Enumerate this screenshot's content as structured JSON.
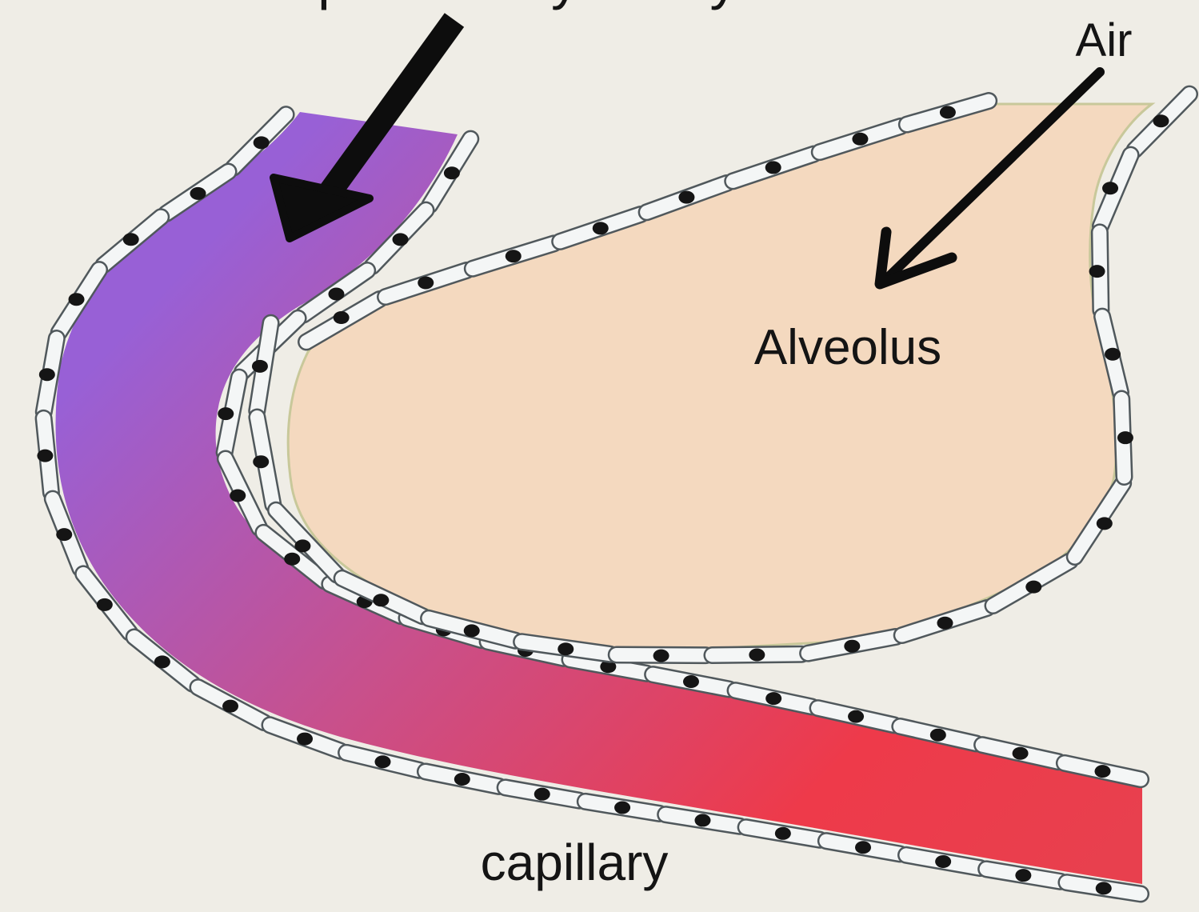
{
  "labels": {
    "top_clipped": "from pulmonary artery",
    "air": "Air",
    "alveolus": "Alveolus",
    "capillary": "capillary"
  },
  "colors": {
    "background": "#efede6",
    "blood_deoxygenated": "#9860d6",
    "blood_mid": "#c8508c",
    "blood_oxygenated": "#ee3a4a",
    "alveolus_fill": "#f4d9bf",
    "cell_fill": "#f4f6f6",
    "cell_outline": "#50585c",
    "cell_nucleus": "#151515",
    "arrow": "#0d0d0d"
  }
}
